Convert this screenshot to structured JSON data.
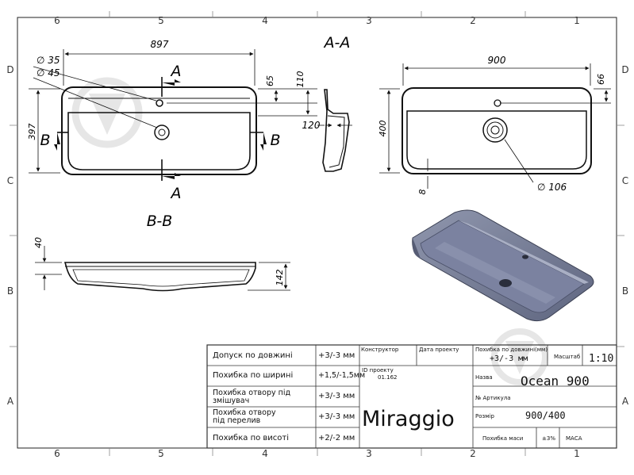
{
  "frame": {
    "columns_top": [
      "6",
      "5",
      "4",
      "3",
      "2",
      "1"
    ],
    "columns_bottom": [
      "6",
      "5",
      "4",
      "3",
      "2",
      "1"
    ],
    "rows_left": [
      "D",
      "C",
      "B",
      "A"
    ],
    "rows_right": [
      "D",
      "C",
      "B",
      "A"
    ]
  },
  "top_view": {
    "dim_width": "897",
    "dim_depth": "397",
    "dim_hole_small": "∅ 35",
    "dim_hole_large": "∅ 45",
    "dim_65": "65",
    "dim_110": "110",
    "cut_a_top": "A",
    "cut_a_bottom": "A",
    "cut_b_left": "B",
    "cut_b_right": "B"
  },
  "section_aa": {
    "title": "A-A",
    "dim_120": "120"
  },
  "bottom_view": {
    "dim_width": "900",
    "dim_depth": "400",
    "dim_66": "66",
    "dim_8": "8",
    "dim_hole": "∅ 106"
  },
  "section_bb": {
    "title": "B-B",
    "dim_40": "40",
    "dim_142": "142"
  },
  "title_block": {
    "rows": [
      {
        "label": "Допуск по довжині",
        "value": "+3/-3 мм"
      },
      {
        "label": "Похибка по ширині",
        "value": "+1,5/-1,5мм"
      },
      {
        "label": "Похибка отвору під змішувач",
        "value": "+3/-3 мм"
      },
      {
        "label": "Похибка отвору під перелив",
        "value": "+3/-3 мм"
      },
      {
        "label": "Похибка по висоті",
        "value": "+2/-2 мм"
      }
    ],
    "constructor_label": "Конструктор",
    "date_label": "Дата проекту",
    "project_id_label": "ID проекту",
    "project_id_value": "01.162",
    "length_tol_label": "Похибка по довжині(мм)",
    "length_tol_value": "+3/-3 мм",
    "scale_label": "Масштаб",
    "scale_value": "1:10",
    "name_label": "Назва",
    "name_value": "Ocean  900",
    "article_label": "№ Артикула",
    "size_label": "Розмір",
    "size_value": "900/400",
    "mass_tol_label": "Похибка маси",
    "mass_tol_value": "±3%",
    "mass_label": "МАСА",
    "brand": "Miraggio"
  }
}
